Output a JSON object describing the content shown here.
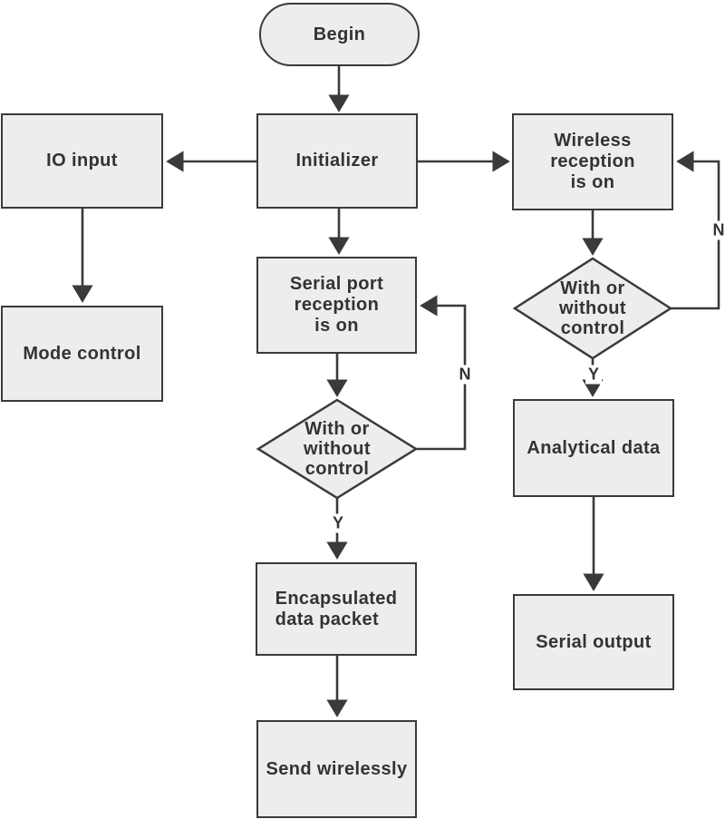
{
  "diagram": {
    "type": "flowchart",
    "colors": {
      "background": "#ffffff",
      "node_fill": "#ededed",
      "node_border": "#3a3a3a",
      "text_color": "#333333"
    },
    "nodes": {
      "begin": {
        "label": "Begin",
        "shape": "terminator"
      },
      "initializer": {
        "label": "Initializer",
        "shape": "process"
      },
      "io_input": {
        "label": "IO input",
        "shape": "process"
      },
      "mode_control": {
        "label": "Mode control",
        "shape": "process"
      },
      "wireless_reception": {
        "label": "Wireless\nreception\nis on",
        "shape": "process"
      },
      "decision_wireless": {
        "label": "With or\nwithout\ncontrol",
        "shape": "decision"
      },
      "analytical_data": {
        "label": "Analytical data",
        "shape": "process"
      },
      "serial_output": {
        "label": "Serial output",
        "shape": "process"
      },
      "serial_port_reception": {
        "label": "Serial port\nreception\nis on",
        "shape": "process"
      },
      "decision_serial": {
        "label": "With or\nwithout\ncontrol",
        "shape": "decision"
      },
      "encapsulated_data_packet": {
        "label": "Encapsulated\ndata packet",
        "shape": "process"
      },
      "send_wirelessly": {
        "label": "Send wirelessly",
        "shape": "process"
      }
    },
    "edge_labels": {
      "decision_serial_no": "N",
      "decision_serial_yes": "Y",
      "decision_wireless_no": "N",
      "decision_wireless_yes": "Y"
    }
  }
}
